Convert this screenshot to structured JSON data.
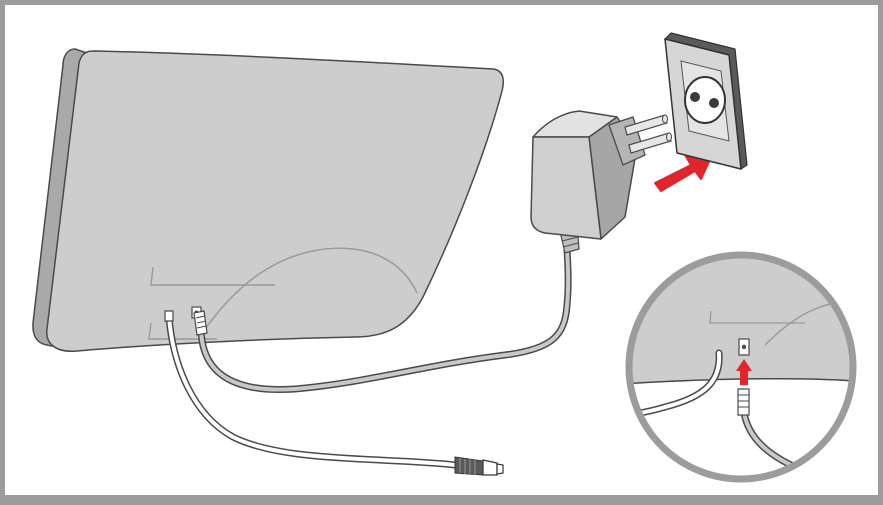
{
  "illustration": {
    "colors": {
      "frame": "#9c9c9c",
      "background": "#ffffff",
      "device": "#cdcdcd",
      "device_edge": "#a9a9a9",
      "outline": "#4a4a4a",
      "cable": "#ffffff",
      "arrow": "#e0262d",
      "socket": "#d6d6d6",
      "socket_hole": "#3a3a3a"
    },
    "icons": [
      "antenna-device",
      "power-adapter",
      "wall-socket",
      "coax-connector",
      "detail-zoom-circle",
      "insert-arrow"
    ]
  }
}
